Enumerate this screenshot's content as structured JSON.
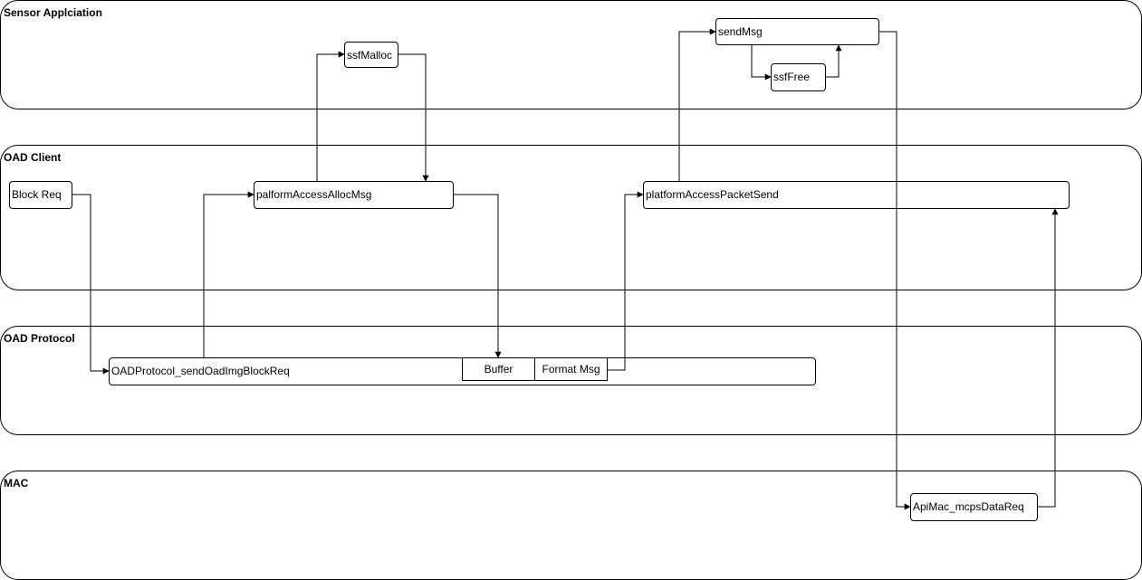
{
  "lanes": {
    "sensor_app": "Sensor Applciation",
    "oad_client": "OAD Client",
    "oad_protocol": "OAD Protocol",
    "mac": "MAC"
  },
  "boxes": {
    "ssf_malloc": "ssfMalloc",
    "send_msg": "sendMsg",
    "ssf_free": "ssfFree",
    "block_req": "Block Req",
    "palform_access_alloc_msg": "palformAccessAllocMsg",
    "platform_access_packet_send": "platformAccessPacketSend",
    "oad_protocol_send": "OADProtocol_sendOadImgBlockReq",
    "buffer": "Buffer",
    "format_msg": "Format Msg",
    "api_mac_data_req": "ApiMac_mcpsDataReq"
  }
}
